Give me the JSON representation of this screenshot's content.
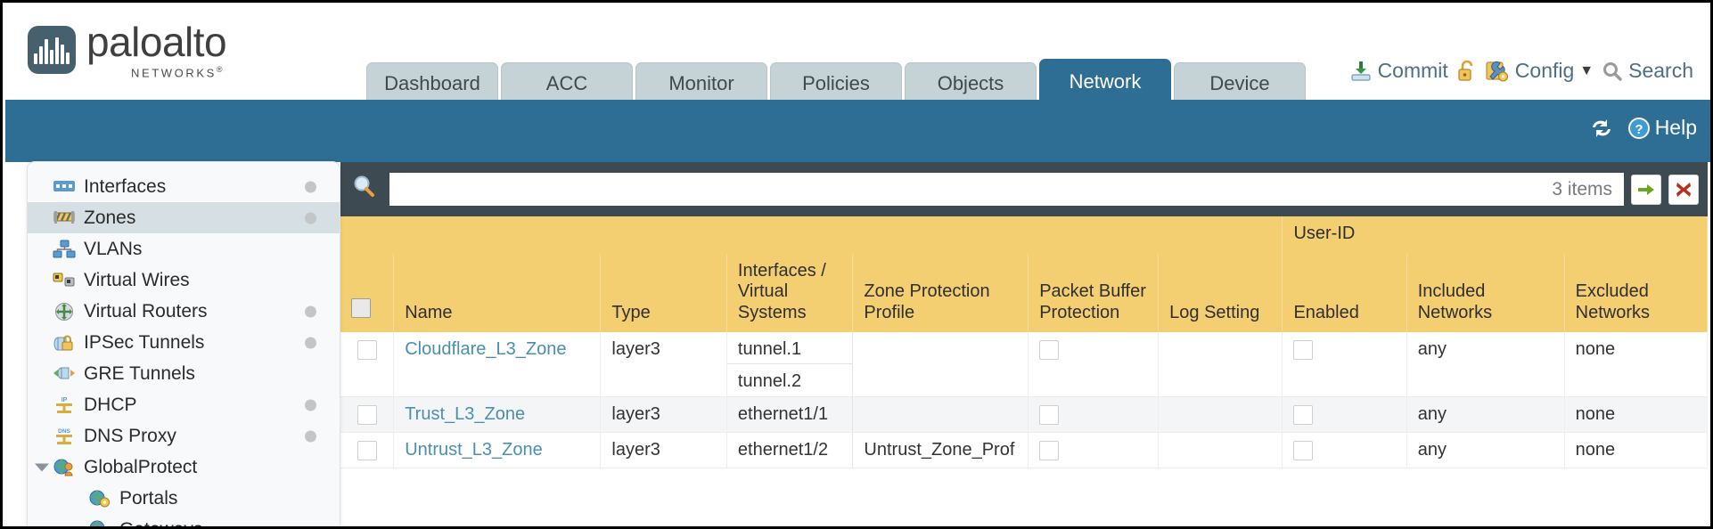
{
  "brand": {
    "name": "paloalto",
    "tagline": "NETWORKS",
    "registered": "®"
  },
  "nav": {
    "tabs": [
      {
        "label": "Dashboard",
        "active": false
      },
      {
        "label": "ACC",
        "active": false
      },
      {
        "label": "Monitor",
        "active": false
      },
      {
        "label": "Policies",
        "active": false
      },
      {
        "label": "Objects",
        "active": false
      },
      {
        "label": "Network",
        "active": true
      },
      {
        "label": "Device",
        "active": false
      }
    ]
  },
  "toolbar": {
    "commit_label": "Commit",
    "commit_icon": "commit-download-icon",
    "lock_icon": "unlocked-padlock-icon",
    "config_label": "Config",
    "config_icon": "wrench-config-icon",
    "config_caret": "▼",
    "search_label": "Search",
    "search_icon": "magnifier-icon"
  },
  "band": {
    "refresh_icon": "refresh-icon",
    "help_label": "Help",
    "help_icon": "question-circle-icon"
  },
  "sidebar": {
    "items": [
      {
        "label": "Interfaces",
        "icon": "interfaces-icon",
        "selected": false,
        "dot": true,
        "child": false,
        "caret": false
      },
      {
        "label": "Zones",
        "icon": "zones-icon",
        "selected": true,
        "dot": true,
        "child": false,
        "caret": false
      },
      {
        "label": "VLANs",
        "icon": "vlans-icon",
        "selected": false,
        "dot": false,
        "child": false,
        "caret": false
      },
      {
        "label": "Virtual Wires",
        "icon": "virtual-wires-icon",
        "selected": false,
        "dot": false,
        "child": false,
        "caret": false
      },
      {
        "label": "Virtual Routers",
        "icon": "virtual-routers-icon",
        "selected": false,
        "dot": true,
        "child": false,
        "caret": false
      },
      {
        "label": "IPSec Tunnels",
        "icon": "ipsec-tunnels-icon",
        "selected": false,
        "dot": true,
        "child": false,
        "caret": false
      },
      {
        "label": "GRE Tunnels",
        "icon": "gre-tunnels-icon",
        "selected": false,
        "dot": false,
        "child": false,
        "caret": false
      },
      {
        "label": "DHCP",
        "icon": "dhcp-icon",
        "selected": false,
        "dot": true,
        "child": false,
        "caret": false
      },
      {
        "label": "DNS Proxy",
        "icon": "dns-proxy-icon",
        "selected": false,
        "dot": true,
        "child": false,
        "caret": false
      },
      {
        "label": "GlobalProtect",
        "icon": "globalprotect-icon",
        "selected": false,
        "dot": false,
        "child": false,
        "caret": true
      },
      {
        "label": "Portals",
        "icon": "portals-icon",
        "selected": false,
        "dot": false,
        "child": true,
        "caret": false
      },
      {
        "label": "Gateways",
        "icon": "gateways-icon",
        "selected": false,
        "dot": false,
        "child": true,
        "caret": false
      }
    ]
  },
  "search": {
    "value": "",
    "placeholder": "",
    "icon": "magnifier-icon",
    "items_count": "3 items",
    "apply_icon": "green-arrow-icon",
    "clear_icon": "red-x-icon"
  },
  "table": {
    "group_header": {
      "label": "User-ID",
      "span": 3
    },
    "columns": [
      "Name",
      "Type",
      "Interfaces / Virtual Systems",
      "Zone Protection Profile",
      "Packet Buffer Protection",
      "Log Setting",
      "Enabled",
      "Included Networks",
      "Excluded Networks"
    ],
    "rows": [
      {
        "selected": false,
        "name": "Cloudflare_L3_Zone",
        "type": "layer3",
        "interfaces": [
          "tunnel.1",
          "tunnel.2"
        ],
        "zone_protection_profile": "",
        "packet_buffer_protection": false,
        "log_setting": "",
        "userid_enabled": false,
        "included_networks": "any",
        "excluded_networks": "none"
      },
      {
        "selected": false,
        "name": "Trust_L3_Zone",
        "type": "layer3",
        "interfaces": [
          "ethernet1/1"
        ],
        "zone_protection_profile": "",
        "packet_buffer_protection": false,
        "log_setting": "",
        "userid_enabled": false,
        "included_networks": "any",
        "excluded_networks": "none"
      },
      {
        "selected": false,
        "name": "Untrust_L3_Zone",
        "type": "layer3",
        "interfaces": [
          "ethernet1/2"
        ],
        "zone_protection_profile": "Untrust_Zone_Prof",
        "packet_buffer_protection": false,
        "log_setting": "",
        "userid_enabled": false,
        "included_networks": "any",
        "excluded_networks": "none"
      }
    ]
  },
  "colors": {
    "brand_blue": "#2e6e94",
    "header_gold": "#f4cf72",
    "group_gold": "#dfae49",
    "tab_inactive": "#c5d2d6",
    "search_bar": "#3e4a52",
    "link": "#4a8fb0"
  }
}
